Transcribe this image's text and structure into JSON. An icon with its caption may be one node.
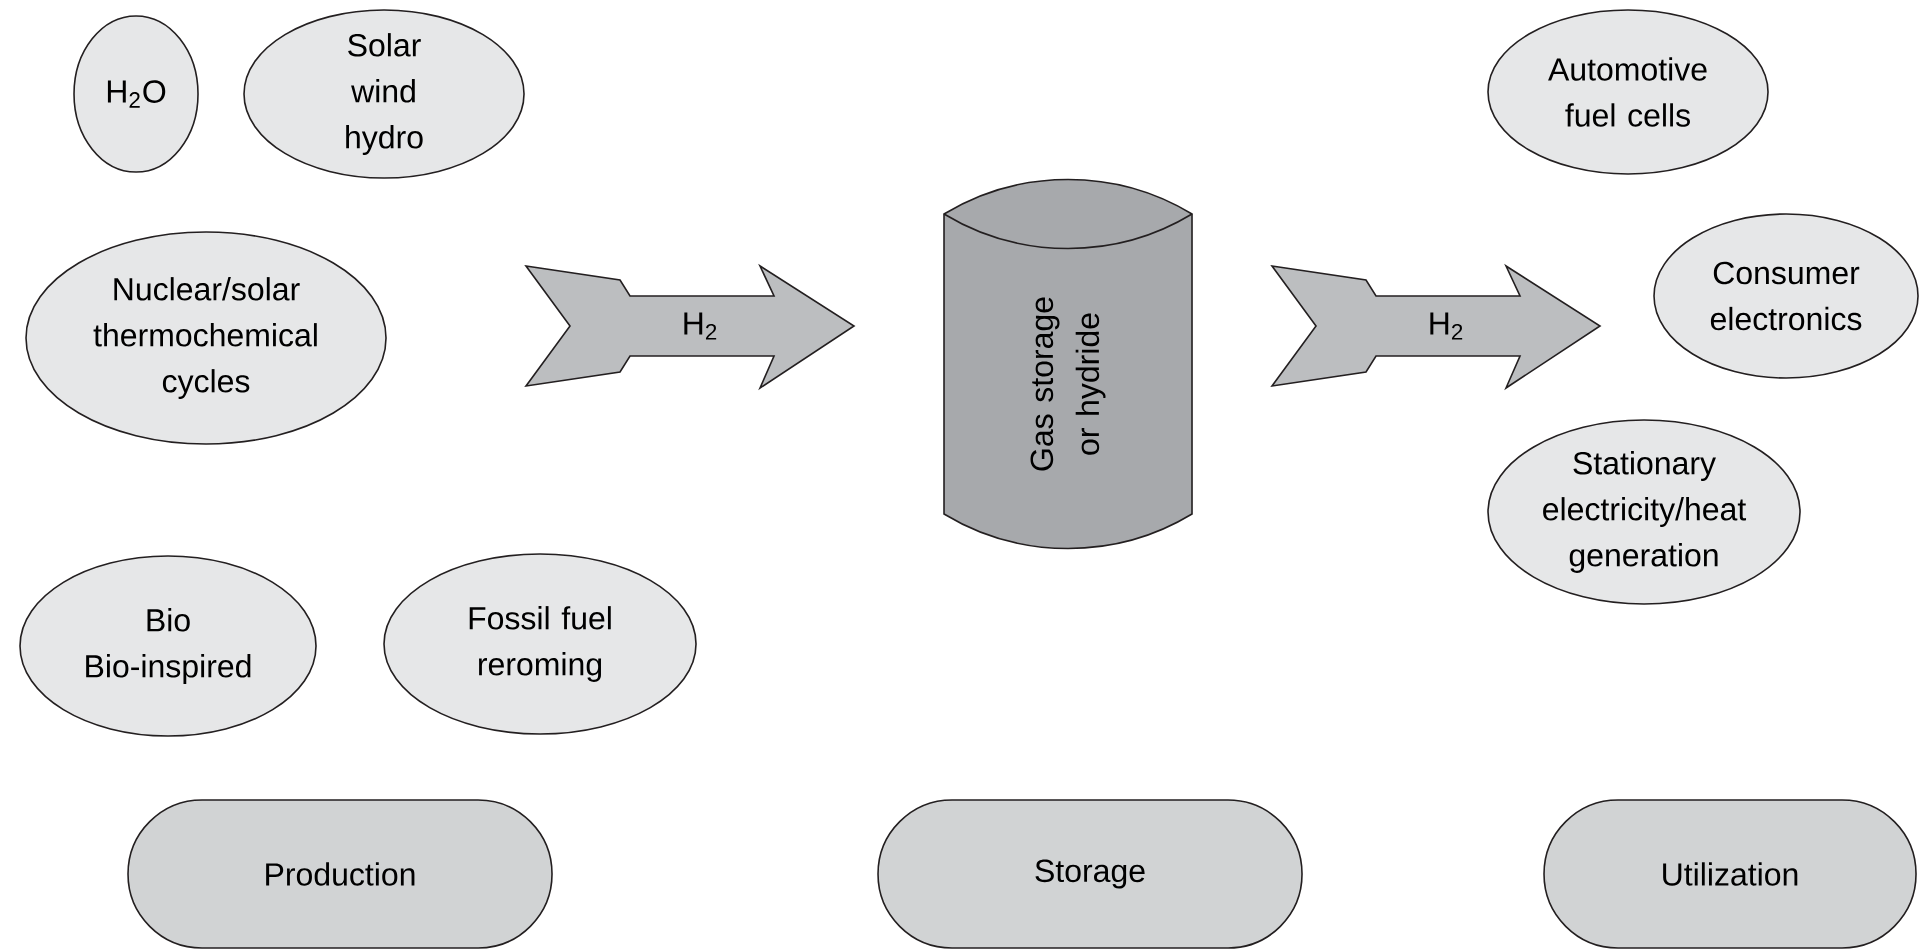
{
  "diagram": {
    "nodes": [
      {
        "text": [
          "H$_{2}$O"
        ]
      },
      {
        "text": [
          "Solar wind hydro"
        ]
      },
      {
        "text": [
          "Nuclear/solar thermochemical cycles"
        ]
      },
      {
        "text": [
          "Bio Bio-inspired"
        ]
      },
      {
        "text": [
          "Fossil fuel reroming"
        ]
      },
      {
        "text": [
          "H$_{2}$"
        ]
      },
      {
        "text": [
          "Gas storage or hydride"
        ]
      },
      {
        "text": [
          "H$_{2}$"
        ]
      },
      {
        "text": [
          "Automotive fuel cells"
        ]
      },
      {
        "text": [
          "Consumer electronics"
        ]
      },
      {
        "text": [
          "Stationary electricity/heat generation"
        ]
      },
      {
        "text": [
          "Production"
        ]
      },
      {
        "text": [
          "Storage"
        ]
      },
      {
        "text": [
          "Utilization"
        ]
      }
    ]
  }
}
